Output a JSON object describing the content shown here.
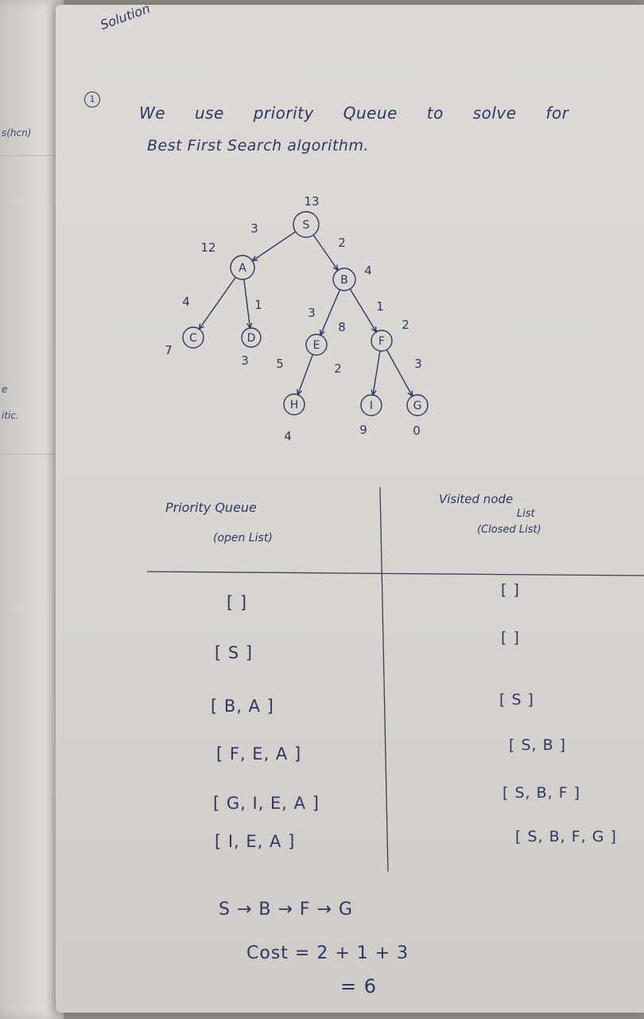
{
  "left_page": {
    "fragments": [
      "s(hcn)",
      "e",
      "itic."
    ]
  },
  "heading": "Solution",
  "question_number": "1",
  "intro": {
    "line1": "We use priority Queue to solve for",
    "line2": "Best First Search algorithm."
  },
  "tree": {
    "nodes": [
      {
        "id": "S",
        "heuristic": "13"
      },
      {
        "id": "A",
        "heuristic": "12"
      },
      {
        "id": "B",
        "heuristic": "4"
      },
      {
        "id": "C",
        "heuristic": "7"
      },
      {
        "id": "D",
        "heuristic": "3"
      },
      {
        "id": "E",
        "heuristic": "8"
      },
      {
        "id": "F",
        "heuristic": "2"
      },
      {
        "id": "H",
        "heuristic": "4"
      },
      {
        "id": "I",
        "heuristic": "9"
      },
      {
        "id": "G",
        "heuristic": "0"
      }
    ],
    "edges": [
      {
        "from": "S",
        "to": "A",
        "cost": "3"
      },
      {
        "from": "S",
        "to": "B",
        "cost": "2"
      },
      {
        "from": "A",
        "to": "C",
        "cost": "4"
      },
      {
        "from": "A",
        "to": "D",
        "cost": "1"
      },
      {
        "from": "B",
        "to": "E",
        "cost": "3"
      },
      {
        "from": "B",
        "to": "F",
        "cost": "1"
      },
      {
        "from": "E",
        "to": "H",
        "cost": "5"
      },
      {
        "from": "F",
        "to": "I",
        "cost": "2"
      },
      {
        "from": "F",
        "to": "G",
        "cost": "3"
      }
    ]
  },
  "table": {
    "open_title": "Priority Queue",
    "open_subtitle": "(open List)",
    "closed_title": "Visited node",
    "closed_subtitle_1": "List",
    "closed_subtitle_2": "(Closed List)",
    "open_rows": [
      "[ ]",
      "[ S ]",
      "[ B, A ]",
      "[ F, E, A ]",
      "[ G, I, E, A ]",
      "[ I, E, A ]"
    ],
    "closed_rows": [
      "[ ]",
      "[ ]",
      "[ S ]",
      "[ S, B ]",
      "[ S, B, F ]",
      "[ S, B, F, G ]"
    ]
  },
  "result": {
    "path": "S → B → F → G",
    "cost": "Cost = 2 + 1 + 3",
    "total": "= 6"
  },
  "colors": {
    "ink": "#2c3766",
    "paper": "#dcd9d4",
    "background": "#8f8a83"
  }
}
